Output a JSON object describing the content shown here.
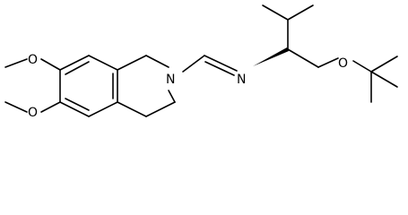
{
  "structure": {
    "atom_labels": {
      "methoxy_o_upper": "O",
      "methoxy_o_lower": "O",
      "ring_n": "N",
      "imine_n": "N",
      "ether_o": "O"
    }
  }
}
